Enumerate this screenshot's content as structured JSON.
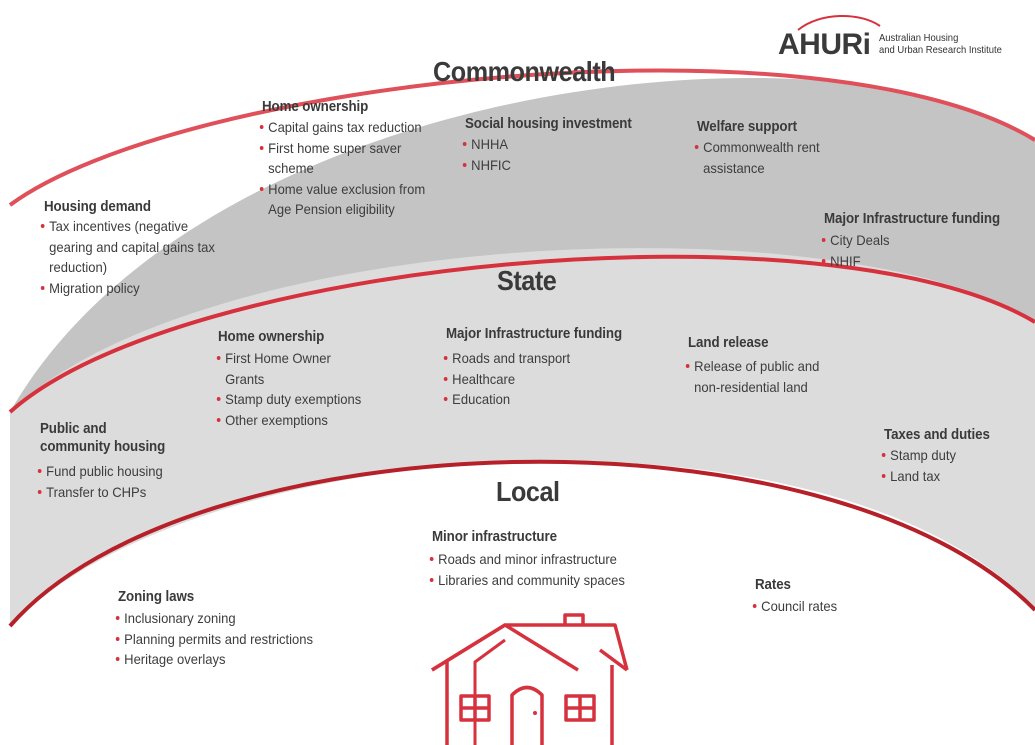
{
  "logo": {
    "wordmark": "AHURi",
    "subtitle_line1": "Australian Housing",
    "subtitle_line2": "and Urban Research Institute"
  },
  "colors": {
    "accent_red": "#d6323e",
    "commonwealth_band": "#c4c4c4",
    "state_band": "#dcdcdc",
    "local_band": "#ffffff",
    "text_dark": "#3a3a3a"
  },
  "tiers": {
    "commonwealth": {
      "title": "Commonwealth",
      "groups": [
        {
          "key": "housing_demand",
          "heading": "Housing demand",
          "items": [
            "Tax incentives (negative gearing and capital gains tax reduction)",
            "Migration policy"
          ]
        },
        {
          "key": "home_ownership",
          "heading": "Home ownership",
          "items": [
            "Capital gains tax reduction",
            "First home super saver scheme",
            "Home value exclusion from Age Pension eligibility"
          ]
        },
        {
          "key": "social_housing",
          "heading": "Social housing investment",
          "items": [
            "NHHA",
            "NHFIC"
          ]
        },
        {
          "key": "welfare",
          "heading": "Welfare support",
          "items": [
            "Commonwealth rent assistance"
          ]
        },
        {
          "key": "infrastructure",
          "heading": "Major Infrastructure funding",
          "items": [
            "City Deals",
            "NHIF"
          ]
        }
      ]
    },
    "state": {
      "title": "State",
      "groups": [
        {
          "key": "public_housing",
          "heading": "Public and community housing",
          "items": [
            "Fund public housing",
            "Transfer to CHPs"
          ]
        },
        {
          "key": "home_ownership",
          "heading": "Home ownership",
          "items": [
            "First Home Owner Grants",
            "Stamp duty exemptions",
            "Other exemptions"
          ]
        },
        {
          "key": "infrastructure",
          "heading": "Major Infrastructure funding",
          "items": [
            "Roads and transport",
            "Healthcare",
            "Education"
          ]
        },
        {
          "key": "land_release",
          "heading": "Land release",
          "items": [
            "Release of public and non-residential land"
          ]
        },
        {
          "key": "taxes",
          "heading": "Taxes and duties",
          "items": [
            "Stamp duty",
            "Land tax"
          ]
        }
      ]
    },
    "local": {
      "title": "Local",
      "groups": [
        {
          "key": "zoning",
          "heading": "Zoning laws",
          "items": [
            "Inclusionary zoning",
            "Planning permits and restrictions",
            "Heritage overlays"
          ]
        },
        {
          "key": "minor_infra",
          "heading": "Minor infrastructure",
          "items": [
            "Roads and minor infrastructure",
            "Libraries and community spaces"
          ]
        },
        {
          "key": "rates",
          "heading": "Rates",
          "items": [
            "Council rates"
          ]
        }
      ]
    }
  },
  "icons": {
    "house": "house-icon"
  }
}
